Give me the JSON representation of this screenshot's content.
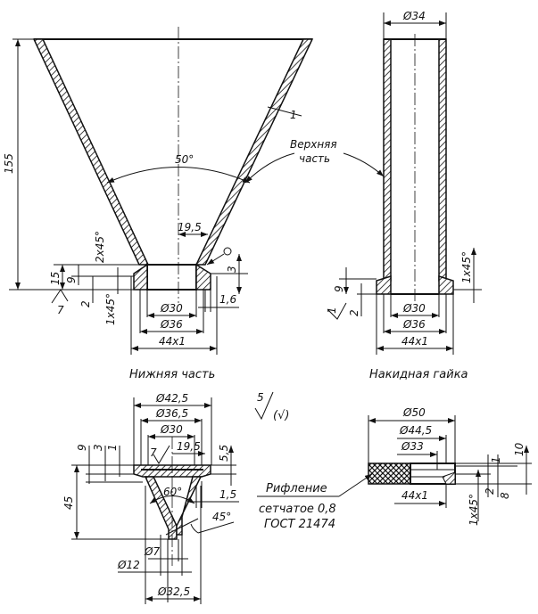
{
  "upper_funnel": {
    "height": "155",
    "angle": "50°",
    "wall": "1",
    "dist": "19,5",
    "d_in": "Ø30",
    "d_out": "Ø36",
    "thread": "44x1",
    "h15": "15",
    "h9": "9",
    "h2": "2",
    "chamfer1": "2x45°",
    "chamfer2": "1x45°",
    "rough": "7",
    "h3": "3",
    "w16": "1,6",
    "weld": "Ф",
    "caption": "Нижняя часть"
  },
  "callout": {
    "line1": "Верхняя",
    "line2": "часть"
  },
  "nut": {
    "d_top": "Ø34",
    "d_in": "Ø30",
    "d_out": "Ø36",
    "thread": "44x1",
    "h9": "9",
    "h2": "2",
    "rough": "1",
    "chamfer": "1x45°",
    "caption": "Накидная гайка"
  },
  "roughness_general": {
    "value": "5",
    "symbol": "(√)"
  },
  "lower_part": {
    "d425": "Ø42,5",
    "d365": "Ø36,5",
    "d30": "Ø30",
    "dist": "19,5",
    "h45": "45",
    "h9": "9",
    "h3": "3",
    "h1": "1",
    "h55": "5,5",
    "angle60": "60°",
    "w15": "1,5",
    "angle45": "45°",
    "d7": "Ø7",
    "d12": "Ø12",
    "d325": "Ø32,5",
    "rough": "7"
  },
  "ring": {
    "d50": "Ø50",
    "d445": "Ø44,5",
    "d33": "Ø33",
    "thread": "44x1",
    "h10": "10",
    "h1": "1",
    "h8": "8",
    "h2": "2",
    "chamfer": "1x45°",
    "note1": "Рифление",
    "note2": "сетчатое 0,8",
    "note3": "ГОСТ 21474"
  }
}
